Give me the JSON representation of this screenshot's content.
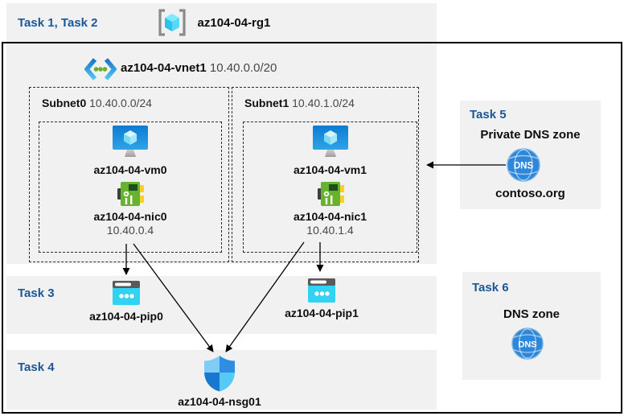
{
  "colors": {
    "task_label_blue": "#1C5796",
    "panel_gray": "#F1F1F1",
    "frame_black": "#000000",
    "azure_vm_blue": "#1180D6",
    "public_ip_cyan": "#32D2F2",
    "nic_green": "#67B32E",
    "dns_blue": "#2E87D8",
    "nsg_quadrants": [
      "#7FCDF4",
      "#2E8EE2",
      "#1878D0",
      "#55CAF4"
    ]
  },
  "header": {
    "tasks_label": "Task 1, Task 2",
    "resource_group_name": "az104-04-rg1"
  },
  "vnet": {
    "name": "az104-04-vnet1",
    "cidr": "10.40.0.0/20",
    "subnets": [
      {
        "name": "Subnet0",
        "cidr": "10.40.0.0/24",
        "vm_name": "az104-04-vm0",
        "nic_name": "az104-04-nic0",
        "nic_ip": "10.40.0.4"
      },
      {
        "name": "Subnet1",
        "cidr": "10.40.1.0/24",
        "vm_name": "az104-04-vm1",
        "nic_name": "az104-04-nic1",
        "nic_ip": "10.40.1.4"
      }
    ]
  },
  "task3": {
    "label": "Task 3",
    "pip0_name": "az104-04-pip0",
    "pip1_name": "az104-04-pip1"
  },
  "task4": {
    "label": "Task 4",
    "nsg_name": "az104-04-nsg01"
  },
  "task5": {
    "label": "Task 5",
    "title": "Private DNS zone",
    "zone_name": "contoso.org",
    "dns_icon_text": "DNS"
  },
  "task6": {
    "label": "Task 6",
    "title": "DNS zone",
    "dns_icon_text": "DNS"
  },
  "connections": [
    {
      "from": "az104-04-nic0",
      "to": "az104-04-pip0"
    },
    {
      "from": "az104-04-nic1",
      "to": "az104-04-pip1"
    },
    {
      "from": "az104-04-nic0",
      "to": "az104-04-nsg01"
    },
    {
      "from": "az104-04-nic1",
      "to": "az104-04-nsg01"
    },
    {
      "from": "contoso.org",
      "to": "Subnet1"
    }
  ]
}
